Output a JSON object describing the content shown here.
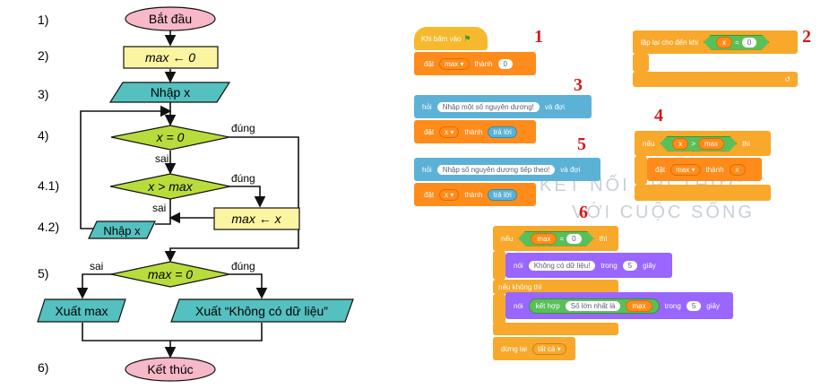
{
  "flowchart": {
    "step_labels": [
      "1)",
      "2)",
      "3)",
      "4)",
      "4.1)",
      "4.2)",
      "5)",
      "6)"
    ],
    "start": "Bắt đầu",
    "init": "max ← 0",
    "input_x": "Nhập x",
    "cond_x_zero": "x = 0",
    "cond_x_gt_max": "x > max",
    "assign_max": "max ← x",
    "input_x_loop": "Nhập x",
    "cond_max_zero": "max = 0",
    "output_max": "Xuất max",
    "output_no_data": "Xuất “Không có dữ liệu”",
    "end": "Kết thúc",
    "label_true": "đúng",
    "label_false": "sai"
  },
  "scratch": {
    "numbers": [
      "1",
      "2",
      "3",
      "4",
      "5",
      "6"
    ],
    "b1_hat": "Khi bấm vào",
    "b1_set": "đặt",
    "b1_var": "max",
    "b1_to": "thành",
    "b1_val": "0",
    "b2_repeat": "lặp lại cho đến khi",
    "b2_var": "x",
    "b2_eq": "=",
    "b2_val": "0",
    "b3_ask": "hỏi",
    "b3_prompt": "Nhập một số nguyên dương!",
    "b3_wait": "và đợi",
    "b3_set": "đặt",
    "b3_var": "x",
    "b3_to": "thành",
    "b3_answer": "trả lời",
    "b4_if": "nếu",
    "b4_x": "x",
    "b4_gt": ">",
    "b4_max": "max",
    "b4_then": "thì",
    "b4_set": "đặt",
    "b4_var": "max",
    "b4_to": "thành",
    "b4_val": "x",
    "b5_ask": "hỏi",
    "b5_prompt": "Nhập số nguyên dương tiếp theo!",
    "b5_wait": "và đợi",
    "b5_set": "đặt",
    "b5_var": "x",
    "b5_to": "thành",
    "b5_answer": "trả lời",
    "b6_if": "nếu",
    "b6_max": "max",
    "b6_eq": "=",
    "b6_val": "0",
    "b6_then": "thì",
    "b6_say": "nói",
    "b6_msg": "Không có dữ liệu!",
    "b6_in": "trong",
    "b6_secs": "5",
    "b6_unit": "giây",
    "b6_else": "nếu không thì",
    "b6_say2": "nói",
    "b6_join": "kết hợp",
    "b6_str": "Số lớn nhất là",
    "b6_max2": "max",
    "b6_in2": "trong",
    "b6_secs2": "5",
    "b6_unit2": "giây",
    "b6_stop": "dừng lại",
    "b6_all": "tất cả"
  },
  "watermark": [
    "KẾT NỐI TRI THỨC",
    "VỚI CUỘC SỐNG"
  ],
  "colors": {
    "terminal": "#f7b8c8",
    "process": "#fbf4a0",
    "io": "#55c0c0",
    "decision": "#b8dc3c",
    "number_red": "#d21a1a",
    "scratch_control": "#f8a82a",
    "scratch_variable": "#ff8c1a",
    "scratch_sensing": "#5cb1d6",
    "scratch_looks": "#9966ff",
    "scratch_operator": "#59c059"
  }
}
